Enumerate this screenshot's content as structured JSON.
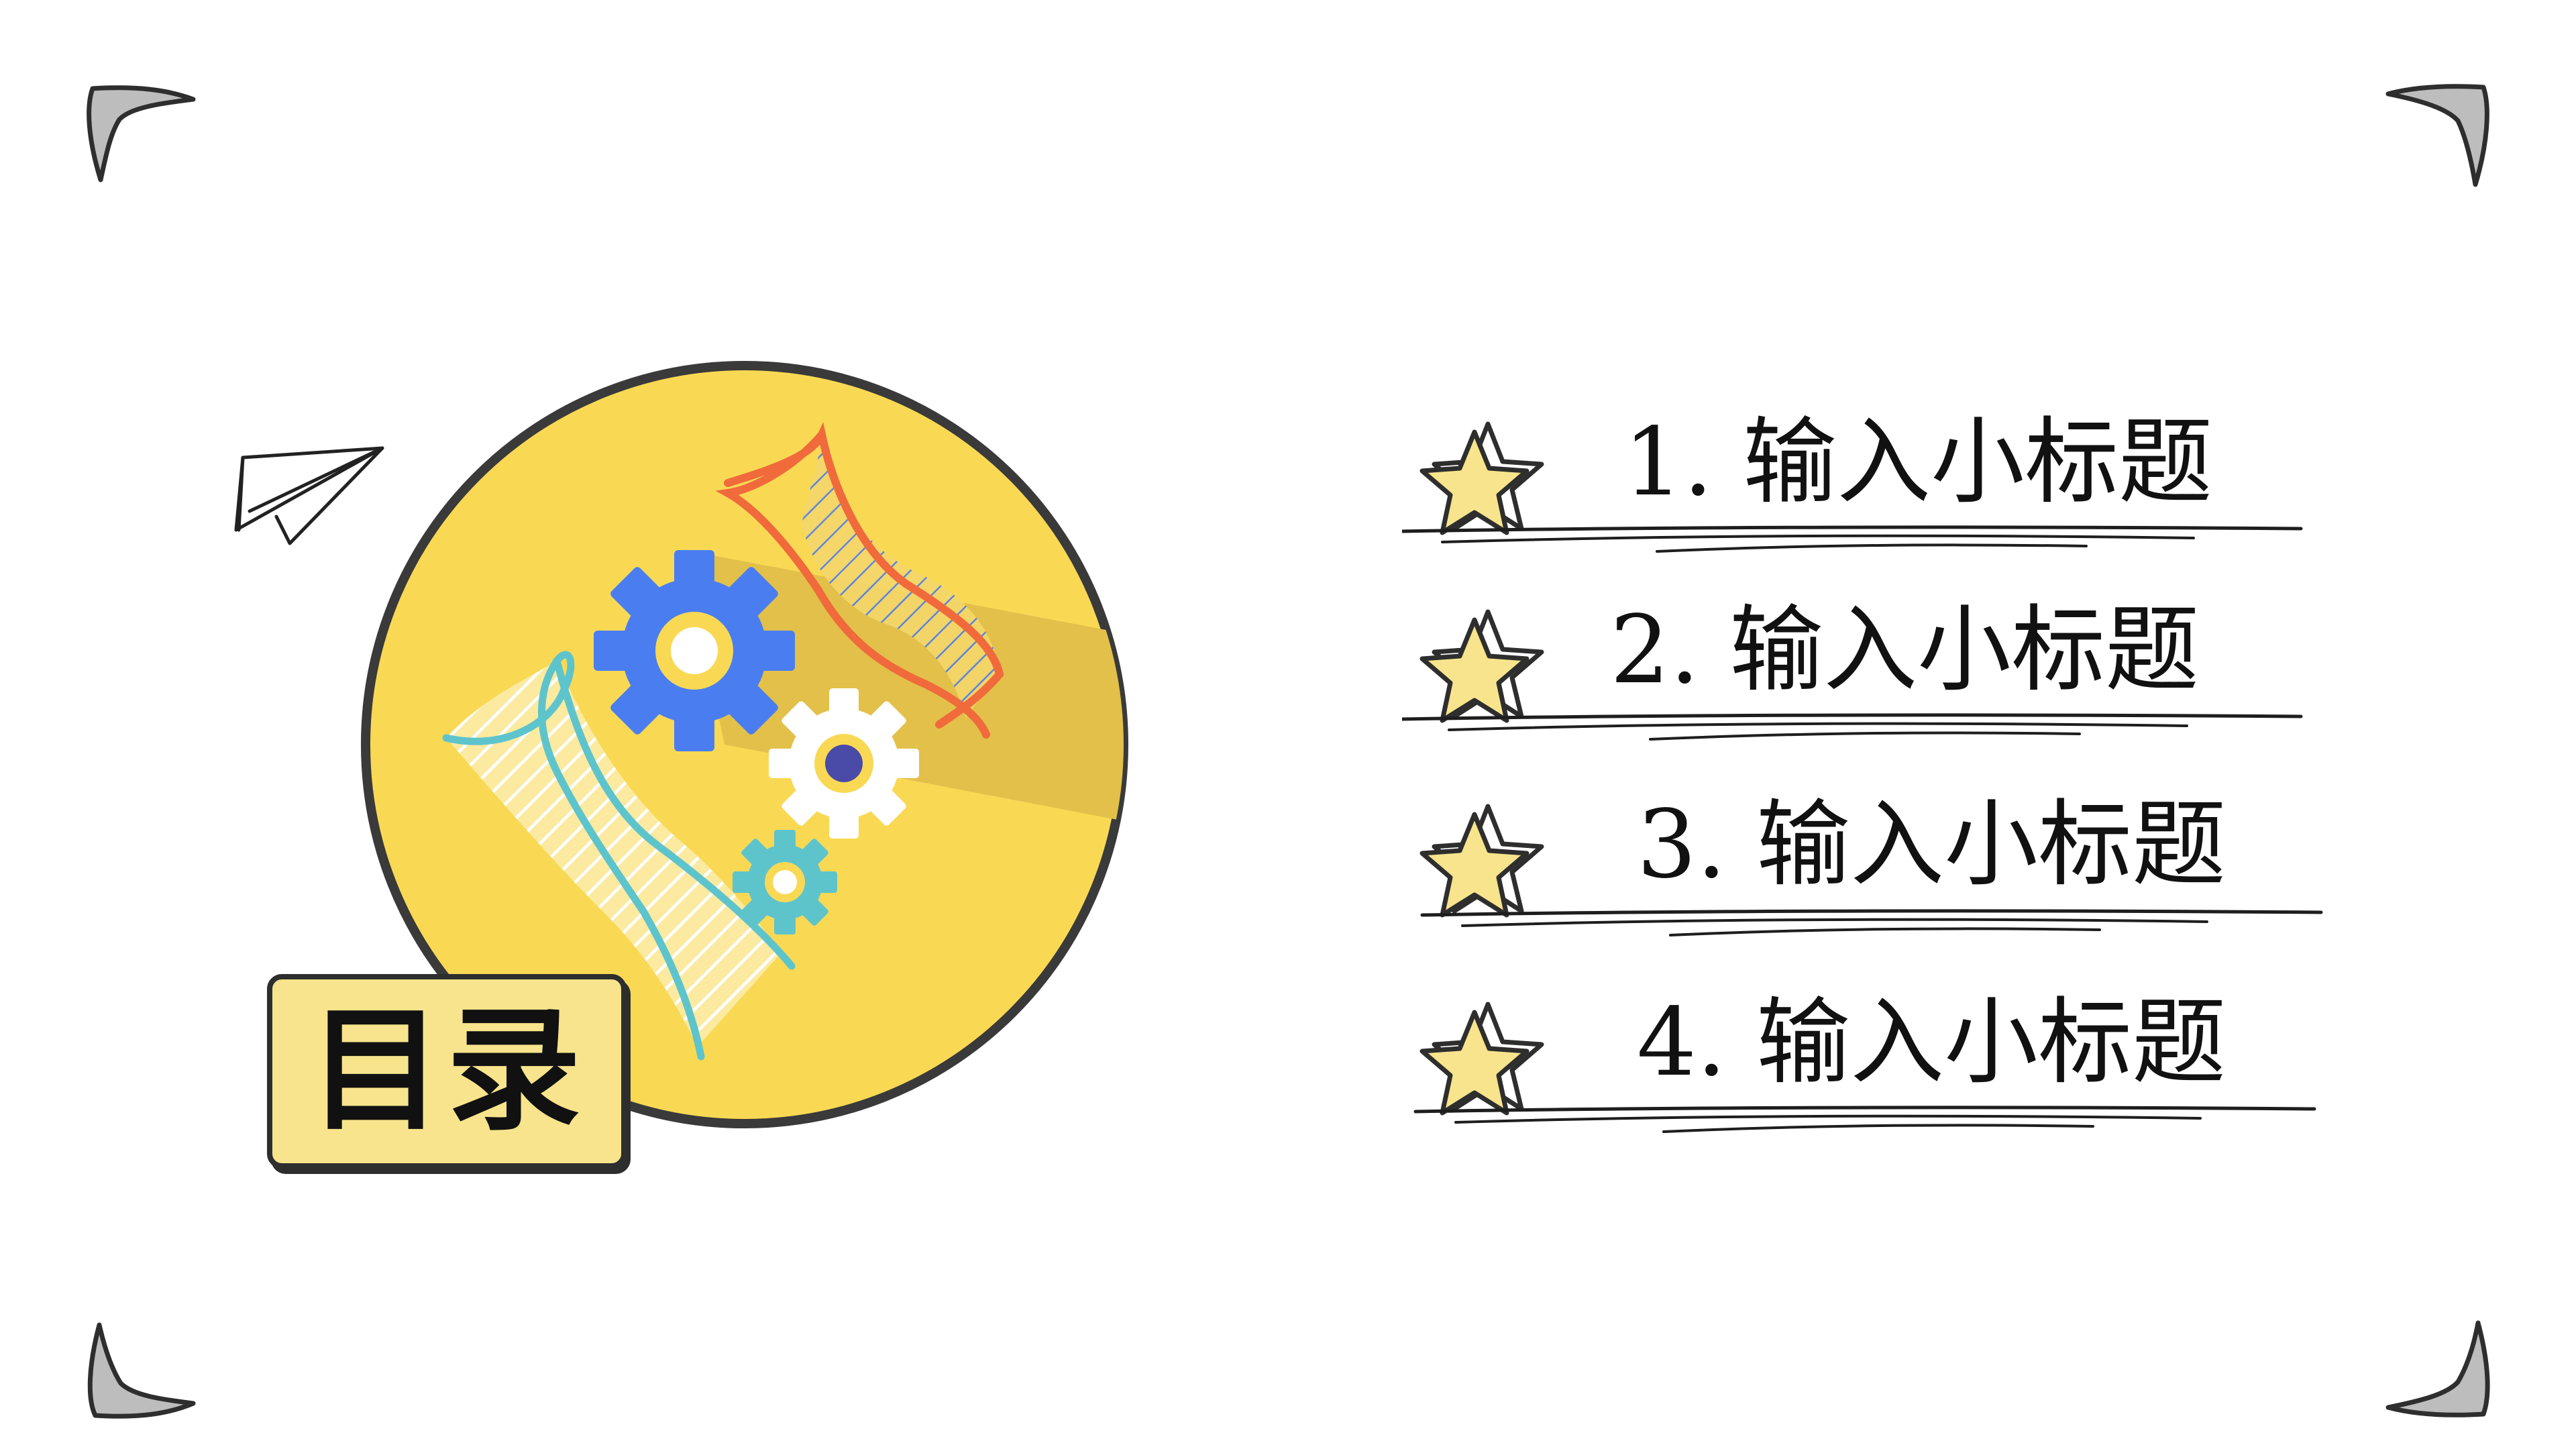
{
  "title": {
    "label": "目录"
  },
  "menu": {
    "items": [
      {
        "label": "1. 输入小标题"
      },
      {
        "label": "2. 输入小标题"
      },
      {
        "label": "3. 输入小标题"
      },
      {
        "label": "4. 输入小标题"
      }
    ]
  },
  "colors": {
    "circle_fill": "#f9d954",
    "circle_band": "#e2c04a",
    "outline": "#3a3a3a",
    "star_fill": "#f7e48c",
    "gear_blue": "#4a7ef0",
    "gear_white": "#ffffff",
    "gear_teal": "#5ec4cc",
    "dna_orange": "#f06a3c",
    "dna_teal": "#5ec4cc",
    "corner_fill": "#bdbdbd"
  },
  "icons": [
    "corner-bracket-icon",
    "paper-plane-icon",
    "gear-icon",
    "dna-icon",
    "star-icon"
  ]
}
